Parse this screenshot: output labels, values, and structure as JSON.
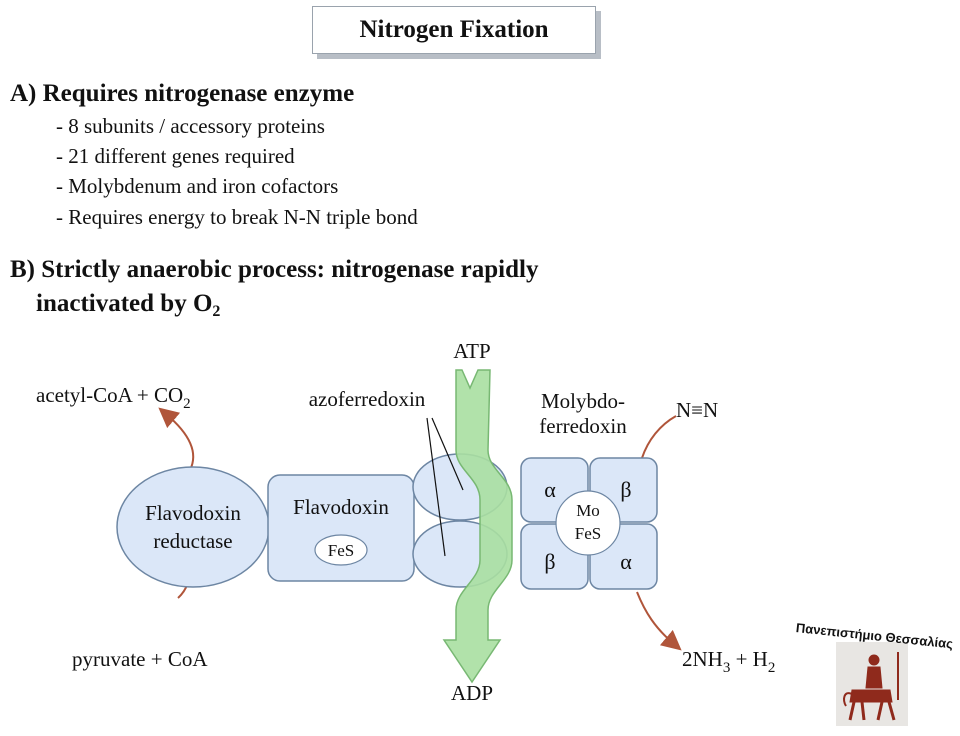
{
  "title": "Nitrogen Fixation",
  "sectionA": {
    "heading": "A) Requires nitrogenase enzyme",
    "bullets": [
      "- 8 subunits / accessory proteins",
      "- 21 different genes required",
      "- Molybdenum and iron cofactors",
      "- Requires energy to break N-N triple bond"
    ]
  },
  "sectionB": {
    "line1": "B) Strictly anaerobic process: nitrogenase rapidly",
    "line2_text": "inactivated by O",
    "line2_sub": "2"
  },
  "diagram": {
    "acetyl_main": "acetyl-CoA + CO",
    "acetyl_sub": "2",
    "pyruvate": "pyruvate + CoA",
    "reductase_line1": "Flavodoxin",
    "reductase_line2": "reductase",
    "flavodoxin": "Flavodoxin",
    "fes": "FeS",
    "azoferredoxin": "azoferredoxin",
    "atp": "ATP",
    "adp": "ADP",
    "molybdo_line1": "Molybdo-",
    "molybdo_line2": "ferredoxin",
    "n2": "N≡N",
    "alpha": "α",
    "beta": "β",
    "mo": "Mo",
    "mo_fes": "FeS",
    "nh3_a": "2NH",
    "nh3_sub": "3",
    "nh3_b": " + H",
    "h2_sub": "2"
  },
  "logo": {
    "text": "Πανεπιστήμιο Θεσσαλίας"
  },
  "colors": {
    "shape_fill": "#dbe7f8",
    "shape_stroke": "#6d86a3",
    "arrow_green": "#a9dfa1",
    "arrow_green_stroke": "#78b873",
    "reaction_arrow": "#b0553a",
    "logo_bg": "#e8e6e3",
    "logo_figure": "#8f2a1c"
  }
}
